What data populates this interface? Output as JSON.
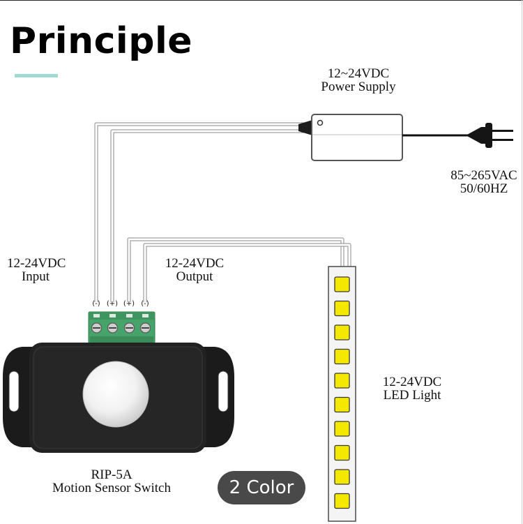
{
  "title": "Principle",
  "accent_color": "#9fd9d2",
  "power_supply": {
    "line1": "12~24VDC",
    "line2": "Power Supply"
  },
  "mains": {
    "line1": "85~265VAC",
    "line2": "50/60HZ"
  },
  "input": {
    "line1": "12-24VDC",
    "line2": "Input"
  },
  "output": {
    "line1": "12-24VDC",
    "line2": "Output"
  },
  "terminals": [
    "(-)",
    "(+)",
    "(+)",
    "(-)"
  ],
  "led": {
    "line1": "12-24VDC",
    "line2": "LED Light",
    "led_color": "#f5e800",
    "led_count": 10
  },
  "sensor": {
    "line1": "RIP-5A",
    "line2": "Motion Sensor Switch",
    "terminal_color": "#46a36a"
  },
  "badge": "2 Color",
  "icons": {
    "plug": "eu-plug-icon",
    "adapter": "power-adapter-icon",
    "sensor": "pir-sensor-icon",
    "strip": "led-strip-icon"
  }
}
